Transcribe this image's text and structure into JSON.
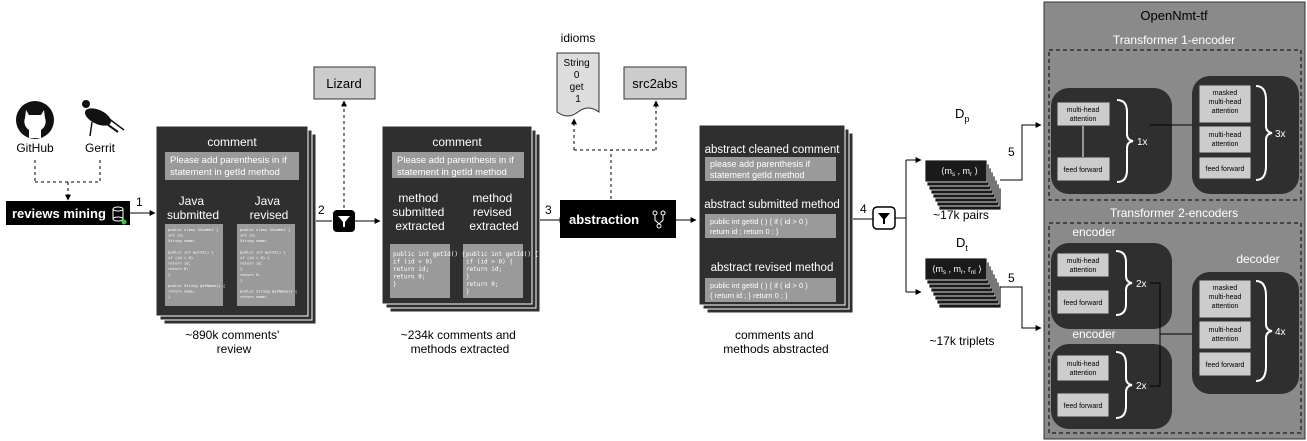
{
  "sources": {
    "github": "GitHub",
    "gerrit": "Gerrit"
  },
  "mining": {
    "label": "reviews mining"
  },
  "steps": {
    "s1": "1",
    "s2": "2",
    "s3": "3",
    "s4": "4",
    "s5a": "5",
    "s5b": "5"
  },
  "stage1": {
    "comment_title": "comment",
    "comment_text": [
      "Please add parenthesis in if",
      "statement in getId method"
    ],
    "java_submitted": [
      "Java",
      "submitted"
    ],
    "java_revised": [
      "Java",
      "revised"
    ],
    "code_submitted": [
      "public class Student {",
      "  int id;",
      "  String name;",
      "",
      "  public int getId() {",
      "    if (id > 0)",
      "      return id;",
      "    return 0;",
      "  }",
      "",
      "  public String getName() {",
      "    return name;",
      "  }"
    ],
    "code_revised": [
      "public class Student {",
      "  int id;",
      "  String name;",
      "",
      "  public int getId() {",
      "    if (id > 0) {",
      "      return id;",
      "    }",
      "    return 0;",
      "  }",
      "",
      "  public String getName() {",
      "    return name;"
    ],
    "caption": [
      "~890k comments'",
      "review"
    ]
  },
  "lizard": {
    "label": "Lizard"
  },
  "stage2": {
    "comment_title": "comment",
    "comment_text": [
      "Please add parenthesis in if",
      "statement in getId method"
    ],
    "method_submitted": [
      "method",
      "submitted",
      "extracted"
    ],
    "method_revised": [
      "method",
      "revised",
      "extracted"
    ],
    "code_submitted": [
      "public int getId() {",
      "  if (id > 0)",
      "    return id;",
      "  return 0;",
      "}"
    ],
    "code_revised": [
      "public int getId() {",
      "  if (id > 0) {",
      "    return id;",
      "  }",
      "  return 0;",
      "}"
    ],
    "caption": [
      "~234k comments and",
      "methods extracted"
    ]
  },
  "idioms": {
    "title": "idioms",
    "items": [
      "String",
      "0",
      "get",
      "1"
    ]
  },
  "src2abs": {
    "label": "src2abs"
  },
  "abstraction": {
    "label": "abstraction"
  },
  "stage3": {
    "cleaned_title": "abstract cleaned comment",
    "cleaned_text": [
      "please add parenthesis if",
      "statement getId method"
    ],
    "submitted_title": "abstract submitted method",
    "submitted_text": [
      "public int getId ( ) { if ( id > 0 )",
      "return id ; return 0 ; }"
    ],
    "revised_title": "abstract revised method",
    "revised_text": [
      "public int getId ( ) { if ( id > 0 )",
      "{ return id ; } return 0 ; }"
    ],
    "caption": [
      "comments and",
      "methods abstracted"
    ]
  },
  "dp": {
    "name": "D",
    "sub": "p",
    "row": "⟨m",
    "caption": "~17k pairs"
  },
  "dt": {
    "name": "D",
    "sub": "t",
    "caption": "~17k triplets"
  },
  "opennmt": {
    "title": "OpenNmt-tf",
    "t1_title": "Transformer 1-encoder",
    "t2_title": "Transformer 2-encoders",
    "encoder": "encoder",
    "decoder": "decoder",
    "mha": [
      "multi-head",
      "attention"
    ],
    "masked": [
      "masked",
      "multi-head",
      "attention"
    ],
    "ff": "feed forward",
    "x1": "1x",
    "x2": "2x",
    "x3": "3x",
    "x4": "4x"
  }
}
